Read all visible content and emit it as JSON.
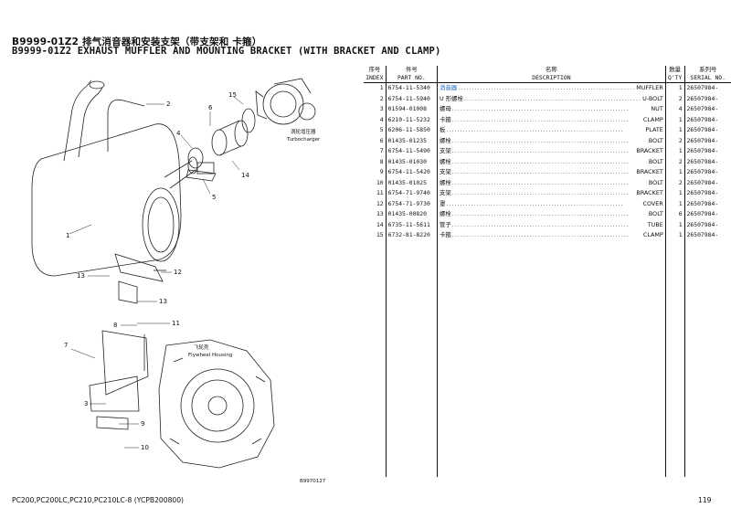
{
  "title_cn": "B9999-01Z2 排气消音器和安装支架（带支架和 卡箍）",
  "title_en": "B9999-01Z2 EXHAUST MUFFLER AND MOUNTING BRACKET (WITH BRACKET AND CLAMP)",
  "table": {
    "headers": {
      "index_cn": "序号",
      "index_en": "INDEX",
      "part_cn": "件号",
      "part_en": "PART NO.",
      "desc_cn": "名称",
      "desc_en": "DESCRIPTION",
      "qty_cn": "数量",
      "qty_en": "Q'TY",
      "serial_cn": "系列号",
      "serial_en": "SERIAL NO."
    },
    "rows": [
      {
        "index": "1",
        "part": "6754-11-5340",
        "cn": "消音器",
        "en": "MUFFLER",
        "qty": "1",
        "serial": "26507984-"
      },
      {
        "index": "2",
        "part": "6754-11-5940",
        "cn": "U 形螺栓",
        "en": "U-BOLT",
        "qty": "2",
        "serial": "26507984-"
      },
      {
        "index": "3",
        "part": "01594-01008",
        "cn": "螺母",
        "en": "NUT",
        "qty": "4",
        "serial": "26507984-"
      },
      {
        "index": "4",
        "part": "6210-11-5232",
        "cn": "卡箍",
        "en": "CLAMP",
        "qty": "1",
        "serial": "26507984-"
      },
      {
        "index": "5",
        "part": "6206-11-5850",
        "cn": "板",
        "en": "PLATE",
        "qty": "1",
        "serial": "26507984-"
      },
      {
        "index": "6",
        "part": "01435-01235",
        "cn": "螺栓",
        "en": "BOLT",
        "qty": "2",
        "serial": "26507984-"
      },
      {
        "index": "7",
        "part": "6754-11-5490",
        "cn": "支架",
        "en": "BRACKET",
        "qty": "1",
        "serial": "26507984-"
      },
      {
        "index": "8",
        "part": "01435-01030",
        "cn": "螺栓",
        "en": "BOLT",
        "qty": "2",
        "serial": "26507984-"
      },
      {
        "index": "9",
        "part": "6754-11-5420",
        "cn": "支架",
        "en": "BRACKET",
        "qty": "1",
        "serial": "26507984-"
      },
      {
        "index": "10",
        "part": "01435-01025",
        "cn": "螺栓",
        "en": "BOLT",
        "qty": "2",
        "serial": "26507984-"
      },
      {
        "index": "11",
        "part": "6754-71-9740",
        "cn": "支架",
        "en": "BRACKET",
        "qty": "1",
        "serial": "26507984-"
      },
      {
        "index": "12",
        "part": "6754-71-9730",
        "cn": "罩",
        "en": "COVER",
        "qty": "1",
        "serial": "26507984-"
      },
      {
        "index": "13",
        "part": "01435-00820",
        "cn": "螺栓",
        "en": "BOLT",
        "qty": "6",
        "serial": "26507984-"
      },
      {
        "index": "14",
        "part": "6735-11-5611",
        "cn": "管子",
        "en": "TUBE",
        "qty": "1",
        "serial": "26507984-"
      },
      {
        "index": "15",
        "part": "6732-81-8220",
        "cn": "卡箍",
        "en": "CLAMP",
        "qty": "1",
        "serial": "26507984-"
      }
    ]
  },
  "diagram": {
    "turbo_cn": "涡轮增压器",
    "turbo_en": "Turbocharger",
    "flywheel_cn": "飞轮壳",
    "flywheel_en": "Flywheel Housing",
    "ref_code": "B9970127",
    "callouts": [
      "1",
      "2",
      "3",
      "4",
      "5",
      "6",
      "7",
      "8",
      "9",
      "10",
      "11",
      "12",
      "13",
      "13",
      "14",
      "15"
    ]
  },
  "footer": {
    "models": "PC200,PC200LC,PC210,PC210LC-8 (YCPB200800)",
    "page": "119"
  }
}
